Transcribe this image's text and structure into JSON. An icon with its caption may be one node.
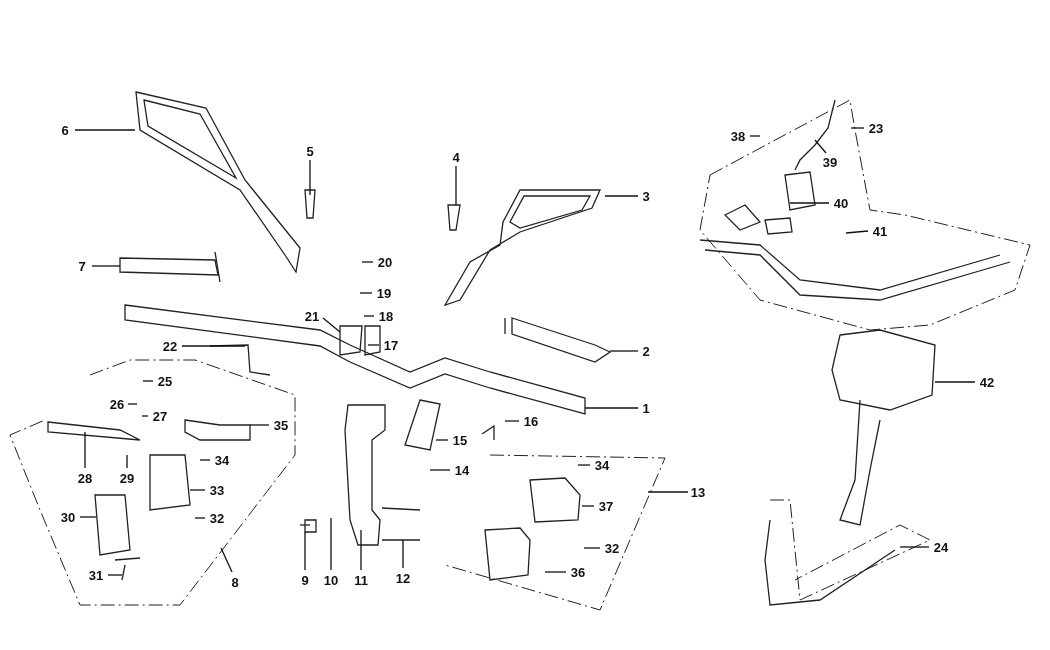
{
  "diagram": {
    "nodes": [
      {
        "text": [
          "6"
        ]
      },
      {
        "text": [
          "5"
        ]
      },
      {
        "text": [
          "4"
        ]
      },
      {
        "text": [
          "3"
        ]
      },
      {
        "text": [
          "7"
        ]
      },
      {
        "text": [
          "20"
        ]
      },
      {
        "text": [
          "19"
        ]
      },
      {
        "text": [
          "18"
        ]
      },
      {
        "text": [
          "21"
        ]
      },
      {
        "text": [
          "17"
        ]
      },
      {
        "text": [
          "22"
        ]
      },
      {
        "text": [
          "2"
        ]
      },
      {
        "text": [
          "25"
        ]
      },
      {
        "text": [
          "26"
        ]
      },
      {
        "text": [
          "1"
        ]
      },
      {
        "text": [
          "27"
        ]
      },
      {
        "text": [
          "16"
        ]
      },
      {
        "text": [
          "35"
        ]
      },
      {
        "text": [
          "15"
        ]
      },
      {
        "text": [
          "34"
        ]
      },
      {
        "text": [
          "34"
        ]
      },
      {
        "text": [
          "14"
        ]
      },
      {
        "text": [
          "28"
        ]
      },
      {
        "text": [
          "29"
        ]
      },
      {
        "text": [
          "33"
        ]
      },
      {
        "text": [
          "13"
        ]
      },
      {
        "text": [
          "37"
        ]
      },
      {
        "text": [
          "30"
        ]
      },
      {
        "text": [
          "32"
        ]
      },
      {
        "text": [
          "32"
        ]
      },
      {
        "text": [
          "36"
        ]
      },
      {
        "text": [
          "31"
        ]
      },
      {
        "text": [
          "9"
        ]
      },
      {
        "text": [
          "10"
        ]
      },
      {
        "text": [
          "11"
        ]
      },
      {
        "text": [
          "12"
        ]
      },
      {
        "text": [
          "8"
        ]
      },
      {
        "text": [
          "38"
        ]
      },
      {
        "text": [
          "23"
        ]
      },
      {
        "text": [
          "39"
        ]
      },
      {
        "text": [
          "40"
        ]
      },
      {
        "text": [
          "41"
        ]
      },
      {
        "text": [
          "42"
        ]
      },
      {
        "text": [
          "24"
        ]
      }
    ],
    "edges": [
      {
        "from": 0,
        "to": null,
        "arrow": "none"
      },
      {
        "from": 1,
        "to": null,
        "arrow": "none"
      },
      {
        "from": 2,
        "to": null,
        "arrow": "none"
      },
      {
        "from": 3,
        "to": null,
        "arrow": "none"
      },
      {
        "from": 4,
        "to": null,
        "arrow": "none"
      },
      {
        "from": 5,
        "to": null,
        "arrow": "none"
      },
      {
        "from": 6,
        "to": null,
        "arrow": "none"
      },
      {
        "from": 7,
        "to": null,
        "arrow": "none"
      },
      {
        "from": 8,
        "to": null,
        "arrow": "none"
      },
      {
        "from": 9,
        "to": null,
        "arrow": "none"
      },
      {
        "from": 10,
        "to": null,
        "arrow": "none"
      },
      {
        "from": 11,
        "to": null,
        "arrow": "none"
      },
      {
        "from": 12,
        "to": null,
        "arrow": "none"
      },
      {
        "from": 13,
        "to": null,
        "arrow": "none"
      },
      {
        "from": 14,
        "to": null,
        "arrow": "none"
      },
      {
        "from": 15,
        "to": null,
        "arrow": "none"
      },
      {
        "from": 16,
        "to": null,
        "arrow": "none"
      },
      {
        "from": 17,
        "to": null,
        "arrow": "none"
      },
      {
        "from": 18,
        "to": null,
        "arrow": "none"
      },
      {
        "from": 19,
        "to": null,
        "arrow": "none"
      },
      {
        "from": 20,
        "to": null,
        "arrow": "none"
      },
      {
        "from": 21,
        "to": null,
        "arrow": "none"
      },
      {
        "from": 22,
        "to": null,
        "arrow": "none"
      },
      {
        "from": 23,
        "to": null,
        "arrow": "none"
      },
      {
        "from": 24,
        "to": null,
        "arrow": "none"
      },
      {
        "from": 25,
        "to": null,
        "arrow": "none"
      },
      {
        "from": 26,
        "to": null,
        "arrow": "none"
      },
      {
        "from": 27,
        "to": null,
        "arrow": "none"
      },
      {
        "from": 28,
        "to": null,
        "arrow": "none"
      },
      {
        "from": 29,
        "to": null,
        "arrow": "none"
      },
      {
        "from": 30,
        "to": null,
        "arrow": "none"
      },
      {
        "from": 31,
        "to": null,
        "arrow": "none"
      },
      {
        "from": 32,
        "to": null,
        "arrow": "none"
      },
      {
        "from": 33,
        "to": null,
        "arrow": "none"
      },
      {
        "from": 34,
        "to": null,
        "arrow": "none"
      },
      {
        "from": 35,
        "to": null,
        "arrow": "none"
      },
      {
        "from": 36,
        "to": null,
        "arrow": "none"
      },
      {
        "from": 37,
        "to": null,
        "arrow": "none"
      },
      {
        "from": 38,
        "to": null,
        "arrow": "none"
      },
      {
        "from": 39,
        "to": null,
        "arrow": "none"
      },
      {
        "from": 40,
        "to": null,
        "arrow": "none"
      },
      {
        "from": 41,
        "to": null,
        "arrow": "none"
      },
      {
        "from": 42,
        "to": null,
        "arrow": "none"
      },
      {
        "from": 43,
        "to": null,
        "arrow": "none"
      }
    ]
  }
}
